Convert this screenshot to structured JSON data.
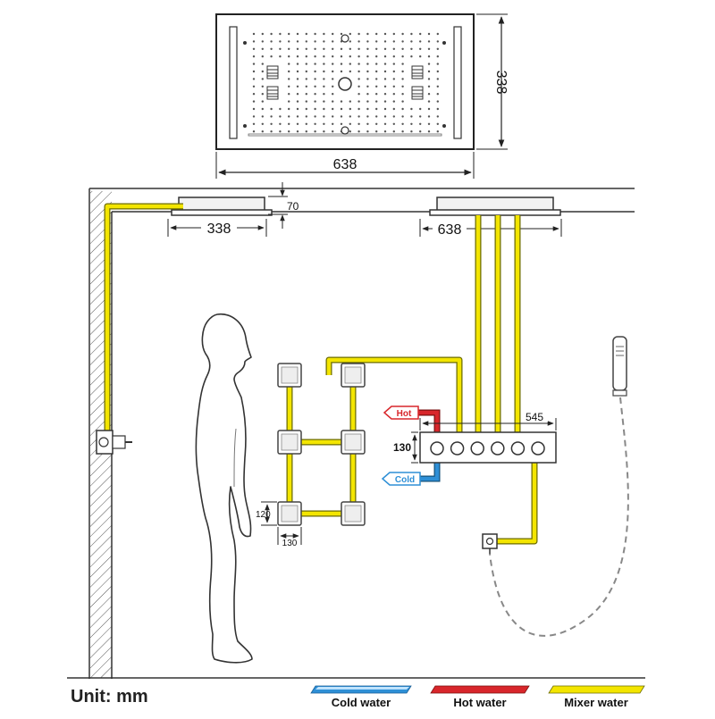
{
  "unit_label": "Unit: mm",
  "dimensions": {
    "panel_width": "638",
    "panel_height": "338",
    "square_head_width": "338",
    "head_depth": "70",
    "rect_head_width": "638",
    "valve_width": "545",
    "valve_height": "130",
    "jet_height": "120",
    "jet_width": "130"
  },
  "inlet_labels": {
    "hot": "Hot",
    "cold": "Cold"
  },
  "legend": [
    {
      "label": "Cold water",
      "color": "#2e8fd6"
    },
    {
      "label": "Hot water",
      "color": "#d8262b"
    },
    {
      "label": "Mixer water",
      "color": "#f3e500"
    }
  ],
  "colors": {
    "pipe_mixer": "#f3e500",
    "pipe_hot": "#d8262b",
    "pipe_cold": "#2e8fd6",
    "line": "#333333"
  }
}
